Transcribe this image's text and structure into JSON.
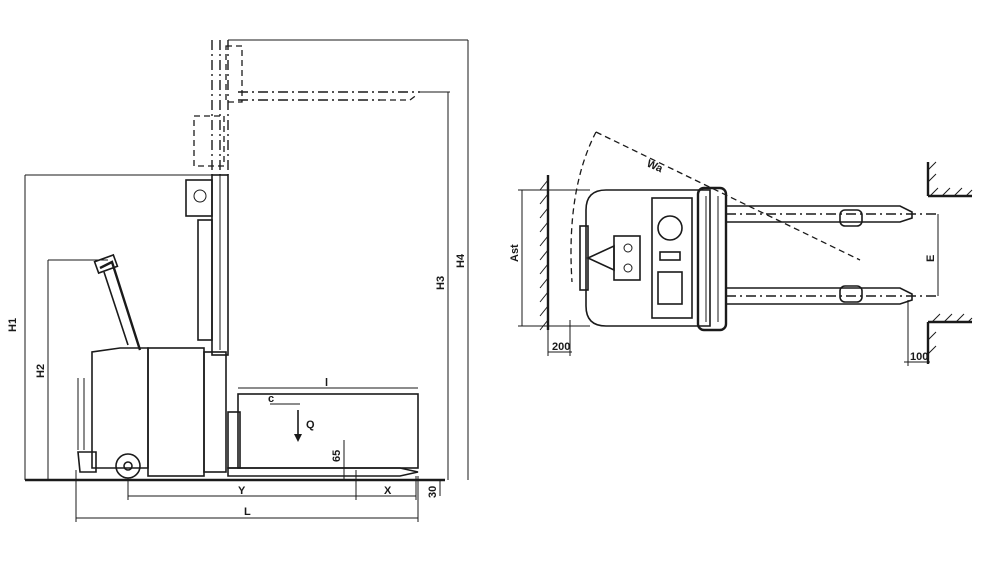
{
  "side_view": {
    "labels": {
      "h1": "H1",
      "h2": "H2",
      "h3": "H3",
      "h4": "H4",
      "l": "L",
      "y": "Y",
      "x": "X",
      "fork_length": "l",
      "load_center": "c",
      "load": "Q",
      "fork_height": "65",
      "ground_clearance": "30"
    }
  },
  "top_view": {
    "labels": {
      "turning_radius": "Wa",
      "aisle_width": "Ast",
      "fork_spread": "E",
      "left_clearance": "200",
      "right_clearance": "100"
    }
  }
}
